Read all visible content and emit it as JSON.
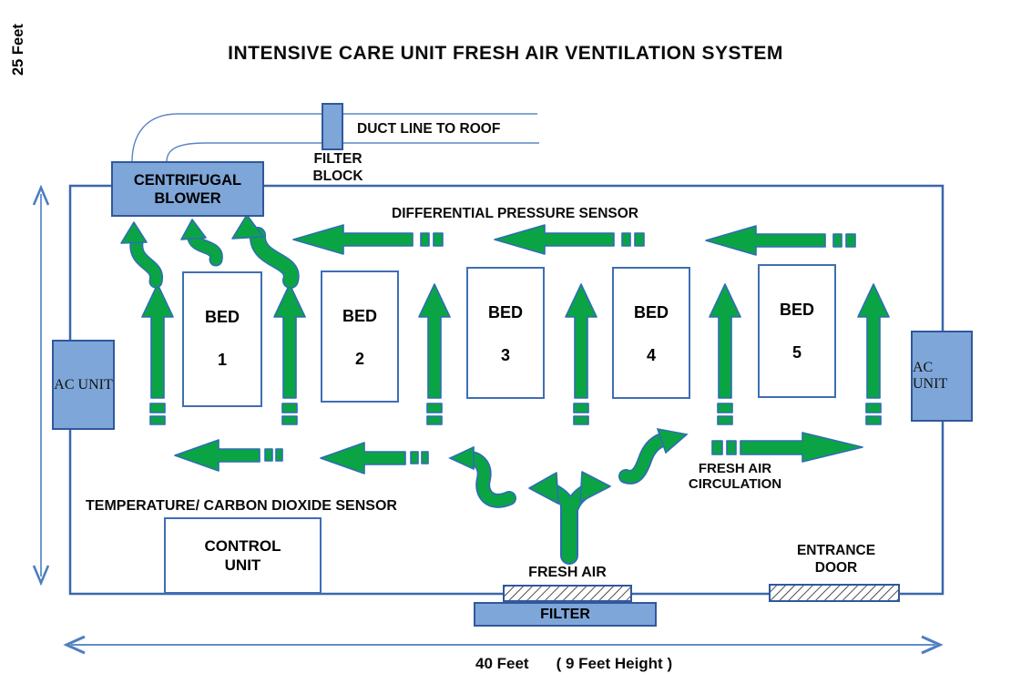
{
  "title": "INTENSIVE CARE UNIT FRESH AIR VENTILATION SYSTEM",
  "labels": {
    "duct_line": "DUCT LINE TO ROOF",
    "filter_block_line1": "FILTER",
    "filter_block_line2": "BLOCK",
    "blower_line1": "CENTRIFUGAL",
    "blower_line2": "BLOWER",
    "differential_pressure_sensor": "DIFFERENTIAL PRESSURE SENSOR",
    "temperature_co2_sensor": "TEMPERATURE/ CARBON DIOXIDE SENSOR",
    "control_unit_line1": "CONTROL",
    "control_unit_line2": "UNIT",
    "fresh_air": "FRESH AIR",
    "filter": "FILTER",
    "fresh_air_circulation_line1": "FRESH AIR",
    "fresh_air_circulation_line2": "CIRCULATION",
    "entrance_door_line1": "ENTRANCE",
    "entrance_door_line2": "DOOR",
    "ac_unit_left": "AC UNIT",
    "ac_unit_right": "AC UNIT",
    "room_width": "40 Feet",
    "room_height_note": "( 9 Feet Height )",
    "room_depth": "25 Feet"
  },
  "beds": [
    {
      "label": "BED",
      "number": "1"
    },
    {
      "label": "BED",
      "number": "2"
    },
    {
      "label": "BED",
      "number": "3"
    },
    {
      "label": "BED",
      "number": "4"
    },
    {
      "label": "BED",
      "number": "5"
    }
  ],
  "colors": {
    "airflow_green": "#0ba445",
    "arrow_outline_blue": "#2e6db4",
    "equipment_box_fill": "#7ea6d8",
    "equipment_box_border": "#30589c",
    "room_wall_blue": "#3a67ad",
    "dimension_arrow_blue": "#4d7ec0",
    "text_black": "#0b0b0b"
  }
}
